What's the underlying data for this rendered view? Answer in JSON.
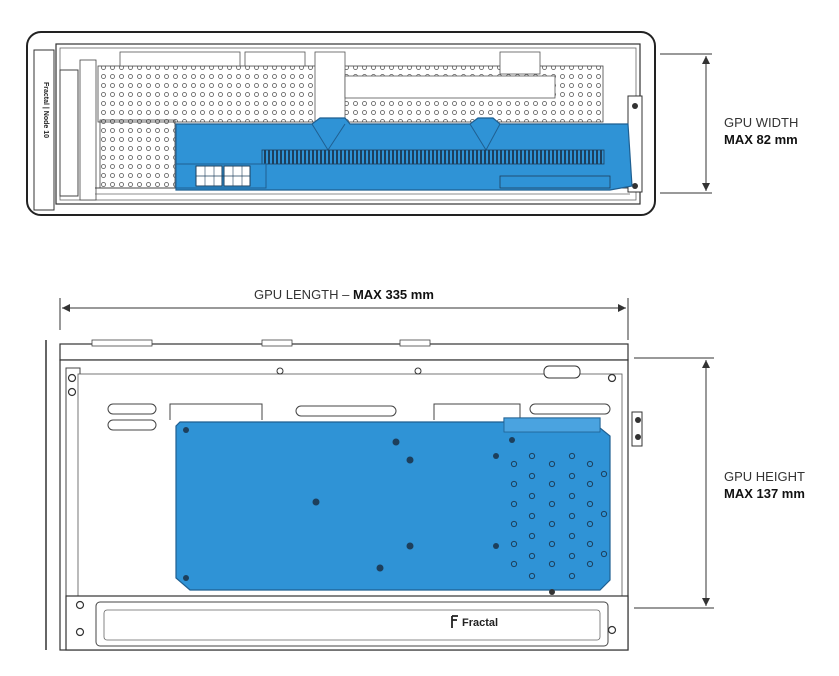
{
  "brand": {
    "side_text": "Fractal | Node 10",
    "bottom_text": "Fractal"
  },
  "dimensions": {
    "width": {
      "label": "GPU WIDTH",
      "value": "MAX 82 mm"
    },
    "length": {
      "label": "GPU LENGTH – ",
      "value": "MAX 335 mm"
    },
    "height": {
      "label": "GPU HEIGHT",
      "value": "MAX 137 mm"
    }
  },
  "colors": {
    "gpu_fill": "#2f93d6",
    "gpu_dark": "#1f6aa3",
    "line": "#333333",
    "background": "#ffffff"
  }
}
